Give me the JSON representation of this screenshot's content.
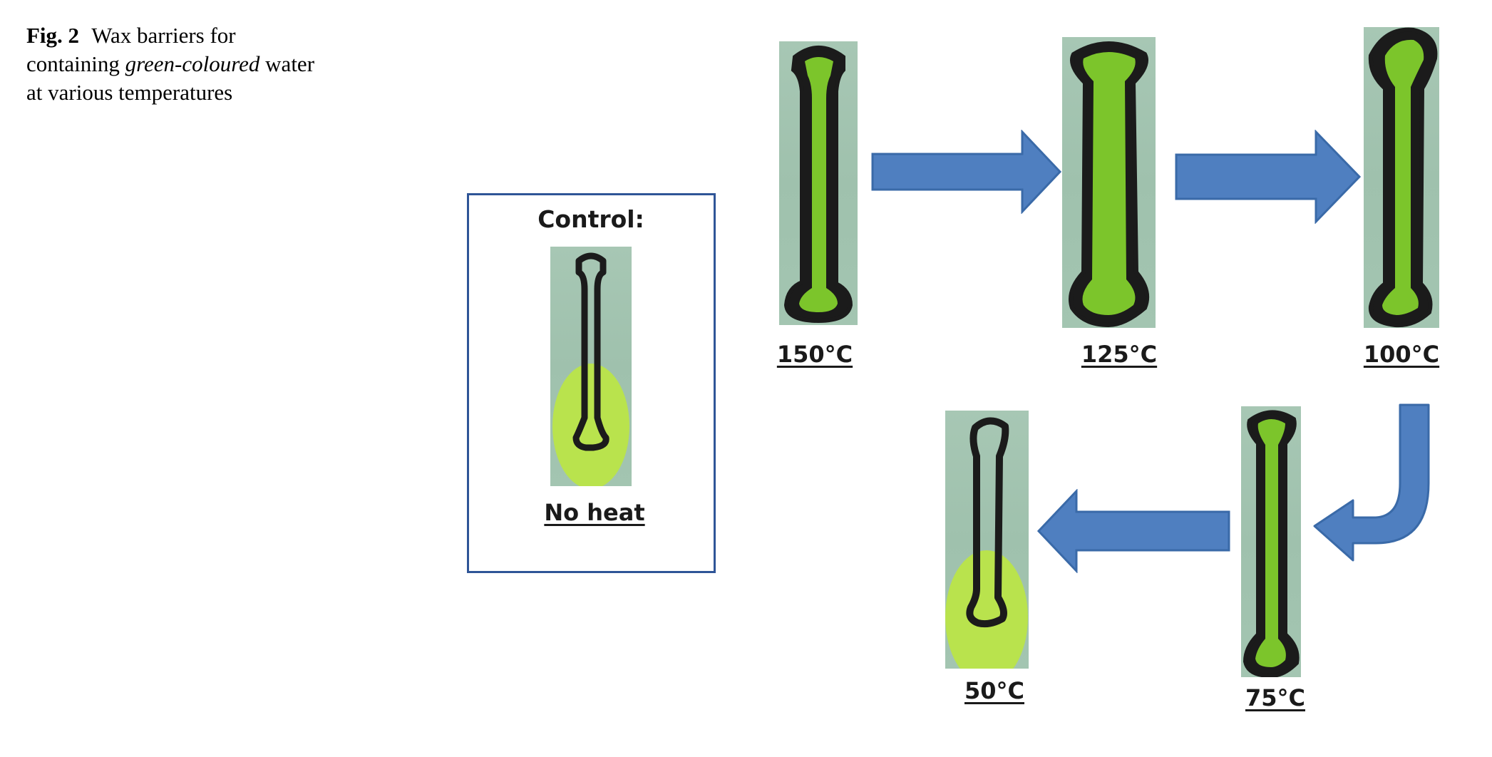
{
  "caption": {
    "figure_label": "Fig. 2",
    "text_before": "Wax barriers for containing",
    "text_emphasis": "green-coloured",
    "text_after": "water at various temperatures"
  },
  "control": {
    "title": "Control:",
    "label": "No heat"
  },
  "samples": [
    {
      "temperature": "150°C"
    },
    {
      "temperature": "125°C"
    },
    {
      "temperature": "100°C"
    },
    {
      "temperature": "75°C"
    },
    {
      "temperature": "50°C"
    }
  ],
  "colors": {
    "arrow_fill": "#4f7fc0",
    "arrow_stroke": "#3a6aa8",
    "box_border": "#2f5597",
    "wax": "#1b1b1b",
    "dye_green": "#7cc52b",
    "spread_green": "#b9e34d",
    "paper": "#a7c7b4"
  }
}
